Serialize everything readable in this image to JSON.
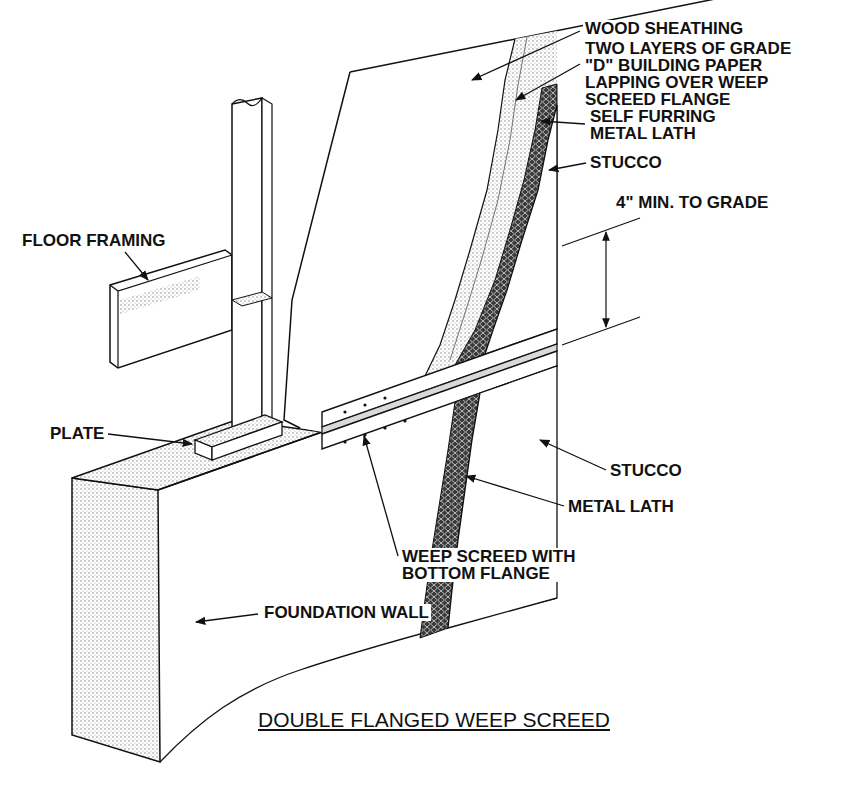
{
  "diagram": {
    "title": "DOUBLE FLANGED WEEP SCREED",
    "labels": [
      "WOOD SHEATHING",
      "TWO LAYERS OF GRADE \"D\" BUILDING PAPER LAPPING OVER WEEP SCREED FLANGE",
      "SELF FURRING METAL LATH",
      "STUCCO",
      "4\" MIN. TO GRADE",
      "FLOOR FRAMING",
      "PLATE",
      "STUCCO",
      "METAL LATH",
      "WEEP SCREED WITH BOTTOM FLANGE",
      "FOUNDATION WALL"
    ]
  }
}
